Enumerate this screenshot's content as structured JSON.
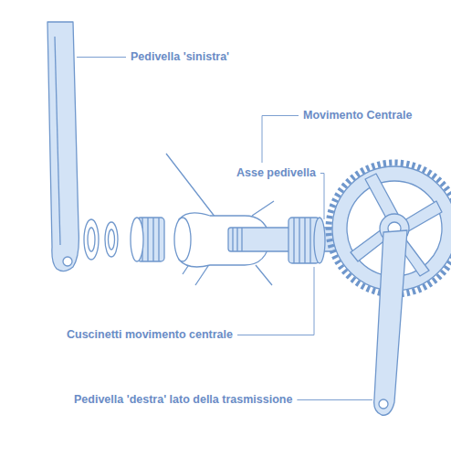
{
  "diagram": {
    "labels": [
      "Pedivella 'sinistra'",
      "Movimento Centrale",
      "Asse pedivella",
      "Cuscinetti movimento centrale",
      "Pedivella 'destra' lato della trasmissione"
    ]
  }
}
